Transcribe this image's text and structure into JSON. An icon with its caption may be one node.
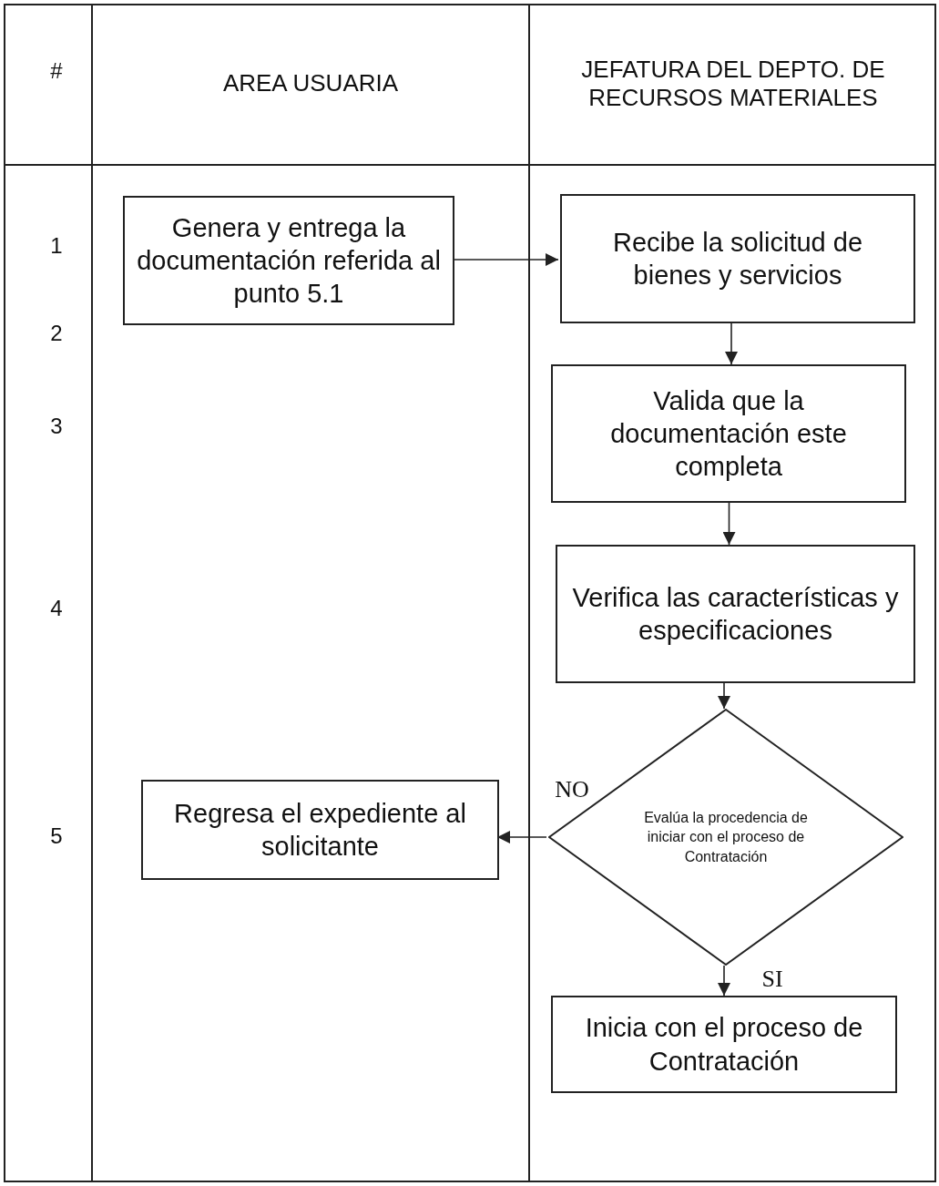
{
  "diagram": {
    "nodes": [
      {
        "text": [
          "AREA USUARIA"
        ]
      },
      {
        "text": [
          "JEFATURA DEL DEPTO. DE RECURSOS MATERIALES"
        ]
      },
      {
        "text": [
          "Genera y entrega la documentación referida al punto 5.1"
        ],
        "in": 0
      },
      {
        "text": [
          "Recibe la solicitud de bienes y servicios"
        ],
        "in": 1
      },
      {
        "text": [
          "Valida que la documentación este completa"
        ],
        "in": 1
      },
      {
        "text": [
          "Verifica las características y especificaciones"
        ],
        "in": 1
      },
      {
        "text": [
          "Evalúa la procedencia de iniciar con el proceso de Contratación"
        ],
        "in": 1
      },
      {
        "text": [
          "Regresa el expediente al solicitante"
        ],
        "in": 0
      },
      {
        "text": [
          "Inicia con el proceso de Contratación"
        ],
        "in": 1
      }
    ],
    "edges": [
      {
        "from": 2,
        "to": 3,
        "arrow": "to"
      },
      {
        "from": 3,
        "to": 4,
        "arrow": "to"
      },
      {
        "from": 4,
        "to": 5,
        "arrow": "to"
      },
      {
        "from": 5,
        "to": 6,
        "arrow": "to"
      },
      {
        "from": 6,
        "to": 7,
        "arrow": "to",
        "label": "NO"
      },
      {
        "from": 6,
        "to": 8,
        "arrow": "to",
        "label": "SI"
      }
    ],
    "labels": [
      "#",
      "1",
      "2",
      "3",
      "4",
      "5"
    ]
  }
}
